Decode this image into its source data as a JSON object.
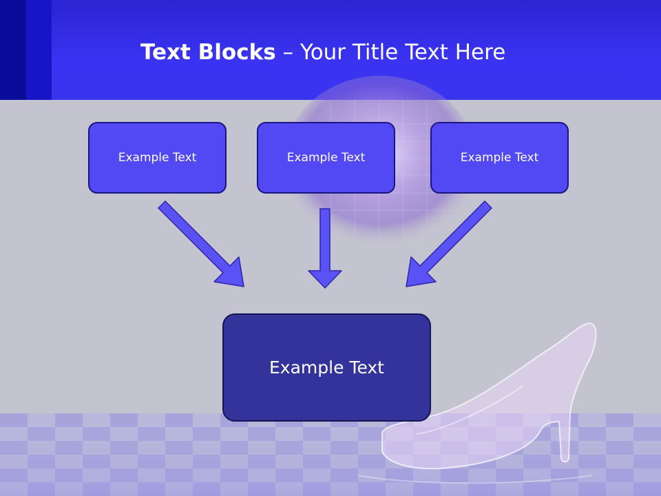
{
  "header": {
    "title_bold": "Text Blocks",
    "title_sep": " – ",
    "title_rest": "Your Title Text Here"
  },
  "diagram": {
    "top_boxes": [
      {
        "label": "Example Text"
      },
      {
        "label": "Example Text"
      },
      {
        "label": "Example Text"
      }
    ],
    "bottom_box": {
      "label": "Example Text"
    }
  },
  "colors": {
    "header_blue": "#3a33f2",
    "box_fill": "#5249f4",
    "target_fill": "#33339b",
    "arrow_fill": "#5a52f4",
    "background": "#c4c4d0"
  },
  "decor": {
    "background_images": [
      "disco-ball",
      "glass-slipper",
      "checkered-floor"
    ]
  }
}
